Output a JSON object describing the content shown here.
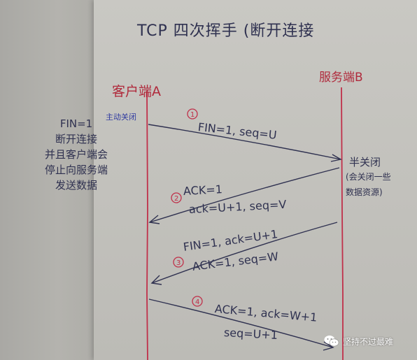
{
  "title": "TCP 四次挥手 (断开连接",
  "client": {
    "label": "客户端A",
    "action": "主动关闭"
  },
  "server": {
    "label": "服务端B",
    "state": "半关闭",
    "state_note": [
      "(会关闭一些",
      "数据资源)"
    ]
  },
  "side_note": [
    "FIN=1",
    "断开连接",
    "并且客户端会",
    "停止向服务端",
    "发送数据"
  ],
  "messages": [
    {
      "step": "1",
      "direction": "A→B",
      "lines": [
        "FIN=1, seq=U"
      ]
    },
    {
      "step": "2",
      "direction": "B→A",
      "lines": [
        "ACK=1",
        "ack=U+1, seq=V"
      ]
    },
    {
      "step": "3",
      "direction": "B→A",
      "lines": [
        "FIN=1, ack=U+1",
        "ACK=1, seq=W"
      ]
    },
    {
      "step": "4",
      "direction": "A→B",
      "lines": [
        "ACK=1, ack=W+1",
        "seq=U+1"
      ]
    }
  ],
  "watermark": {
    "text": "坚持不过最难",
    "icon": "wechat-icon"
  },
  "colors": {
    "ink": "#2f3150",
    "red_lines": "#c0304a",
    "blue": "#2f3aa0"
  }
}
